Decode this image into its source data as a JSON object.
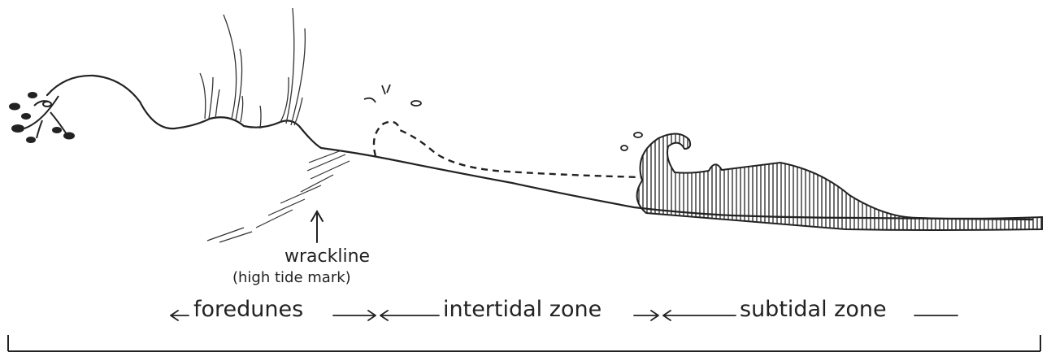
{
  "labels": {
    "wrackline": "wrackline",
    "wrackline_note": "(high tide mark)"
  },
  "zones": [
    {
      "label": "foredunes"
    },
    {
      "label": "intertidal zone"
    },
    {
      "label": "subtidal zone"
    }
  ],
  "colors": {
    "ink": "#222222",
    "background": "#ffffff"
  },
  "icons": {
    "plant": "dune-plant-icon",
    "grass": "dune-grass-icon",
    "wave": "breaking-wave-icon",
    "splash": "splash-droplet-icon",
    "arrow": "up-arrow-icon"
  }
}
